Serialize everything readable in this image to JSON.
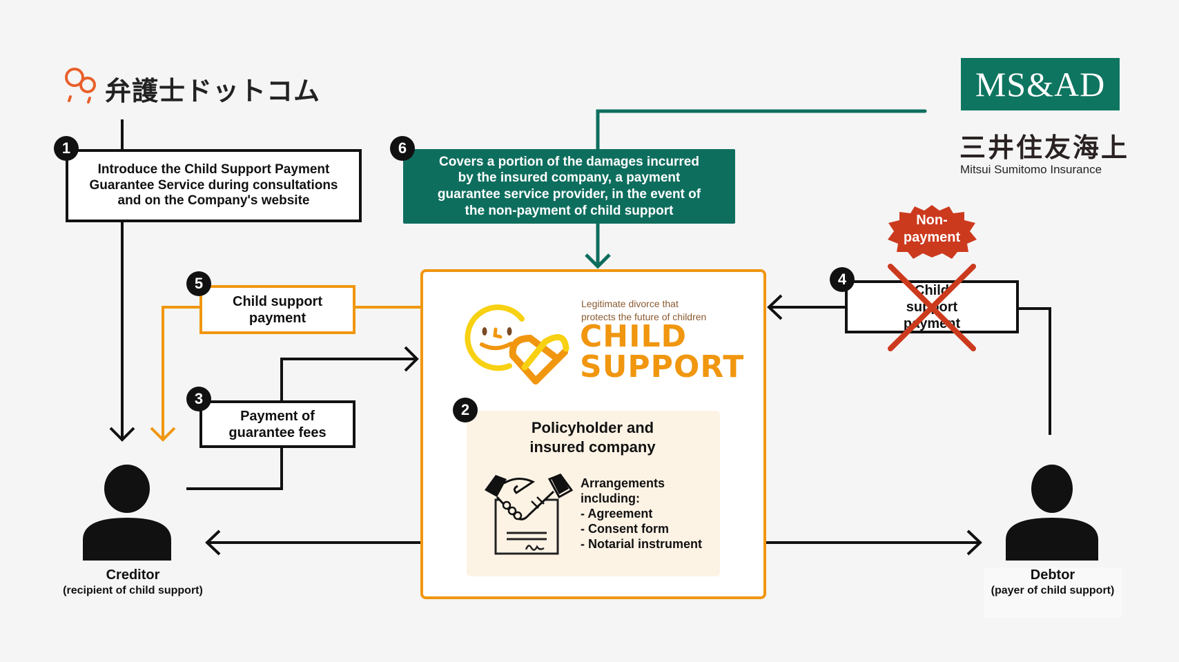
{
  "logos": {
    "bengo": {
      "name": "弁護士ドットコム",
      "color": "#e8602c"
    },
    "msad": {
      "mark": "MS&AD",
      "japanese": "三井住友海上",
      "english": "Mitsui Sumitomo Insurance",
      "color": "#0e7560"
    },
    "child_support": {
      "tagline_1": "Legitimate divorce that",
      "tagline_2": "protects the future of children",
      "title_1": "CHILD",
      "title_2": "SUPPORT",
      "color": "#f0960f"
    }
  },
  "steps": [
    {
      "number": "1",
      "text": "Introduce the Child Support Payment Guarantee Service during consultations and on the Company's website"
    },
    {
      "number": "2",
      "title": "Policyholder and insured company",
      "arrangements_title": "Arrangements including:",
      "arrangements": [
        "- Agreement",
        "- Consent form",
        "- Notarial instrument"
      ]
    },
    {
      "number": "3",
      "text": "Payment of guarantee fees"
    },
    {
      "number": "4",
      "text": "Child support payment",
      "crossed_out": true
    },
    {
      "number": "5",
      "text": "Child support payment"
    },
    {
      "number": "6",
      "text": "Covers a portion of the damages incurred by the insured company, a payment guarantee service provider, in the event of the non-payment of child support"
    }
  ],
  "non_payment_badge": "Non-payment",
  "parties": {
    "creditor": {
      "label": "Creditor",
      "sub": "(recipient of child support)"
    },
    "debtor": {
      "label": "Debtor",
      "sub": "(payer of child support)"
    }
  },
  "colors": {
    "teal": "#0e6e5e",
    "orange": "#f0960f",
    "red": "#cc3a1e",
    "black": "#111111"
  }
}
